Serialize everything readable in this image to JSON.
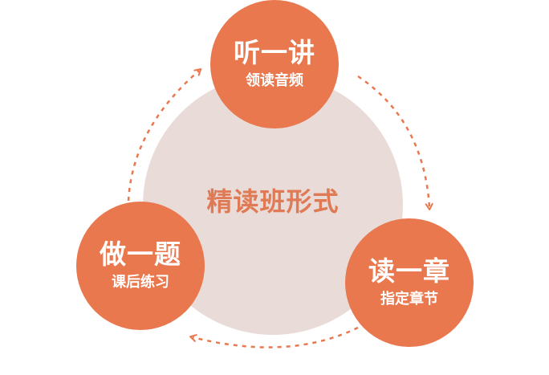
{
  "center": {
    "label": "精读班形式"
  },
  "nodes": [
    {
      "title": "听一讲",
      "subtitle": "领读音频"
    },
    {
      "title": "读一章",
      "subtitle": "指定章节"
    },
    {
      "title": "做一题",
      "subtitle": "课后练习"
    }
  ],
  "colors": {
    "node_fill": "#e9784f",
    "center_fill": "#e9dcd8",
    "center_text": "#e07a55",
    "arrow": "#e9784f"
  },
  "flow": {
    "direction": "clockwise",
    "arrow_style": "dashed"
  }
}
